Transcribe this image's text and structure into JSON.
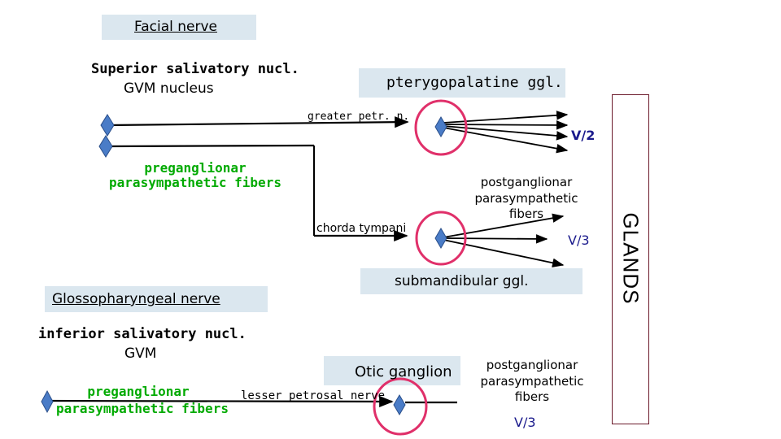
{
  "facial": {
    "title": "Facial nerve",
    "nucleus_line1": "Superior salivatory nucl.",
    "nucleus_line2": "GVM nucleus",
    "pterygopalatine": "pterygopalatine ggl.",
    "greater_petrosal": "greater petr. n.",
    "v2": "V/2",
    "pregang_line1": "preganglionar",
    "pregang_line2": "parasympathetic fibers",
    "postgang_line1": "postganglionar",
    "postgang_line2": "parasympathetic",
    "postgang_line3": "fibers",
    "chorda": "chorda tympani",
    "v3": "V/3",
    "submandibular": "submandibular ggl."
  },
  "glands": "GLANDS",
  "glosso": {
    "title": "Glossopharyngeal nerve",
    "nucleus_line1": "inferior salivatory nucl.",
    "nucleus_line2": "GVM",
    "otic": "Otic ganglion",
    "lesser_petrosal": "lesser petrosal nerve",
    "pregang_line1": "preganglionar",
    "pregang_line2": "parasympathetic fibers",
    "postgang_line1": "postganglionar",
    "postgang_line2": "parasympathetic",
    "postgang_line3": "fibers",
    "v3": "V/3"
  },
  "colors": {
    "box_fill": "#dbe7ef",
    "ganglion_circle": "#e0306a",
    "neuron_marker": "#4a7cc7",
    "preganglionic_text": "#00aa00",
    "division_text": "#1a1a8c",
    "glands_border": "#6b1a2a"
  }
}
